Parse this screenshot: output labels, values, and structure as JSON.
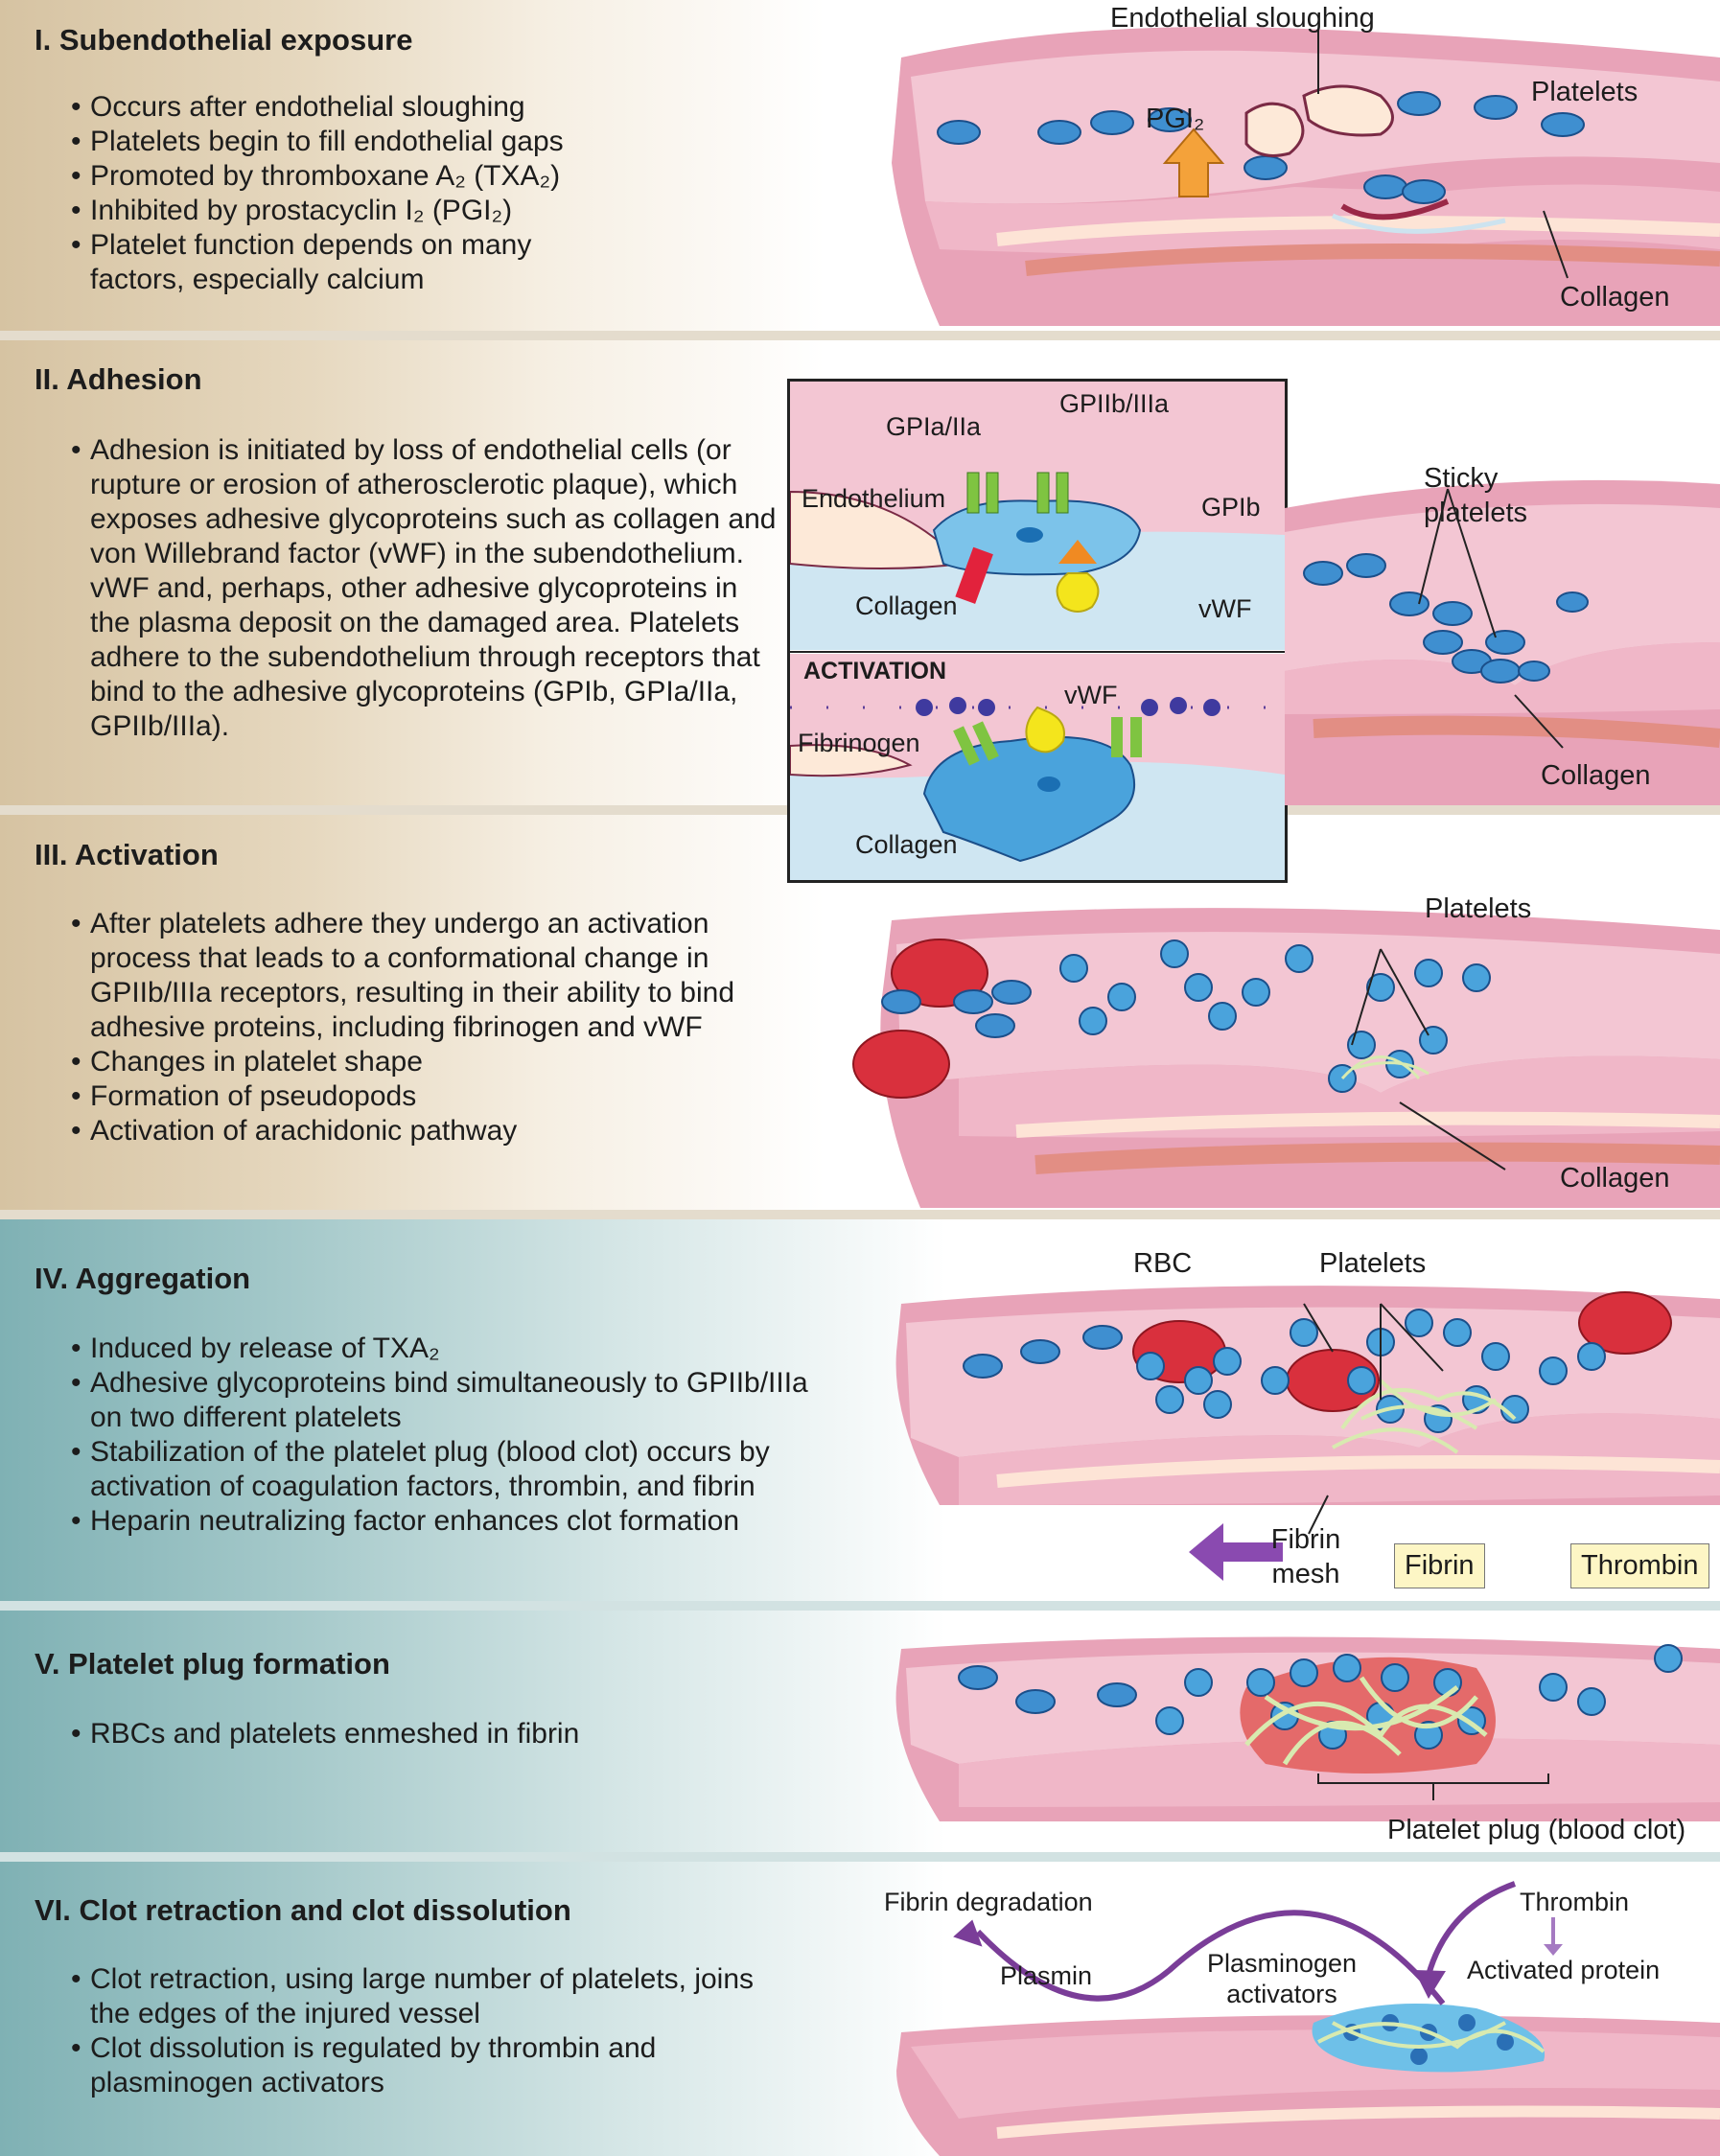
{
  "sections": [
    {
      "title": "I.  Subendothelial exposure",
      "bullets": [
        "Occurs after endothelial sloughing",
        "Platelets begin to fill endothelial gaps",
        "Promoted by thromboxane A₂ (TXA₂)",
        "Inhibited by prostacyclin I₂ (PGI₂)",
        "Platelet function depends on many factors, especially calcium"
      ],
      "labels": {
        "sloughing": "Endothelial sloughing",
        "pgi2": "PGI₂",
        "platelets": "Platelets",
        "collagen": "Collagen"
      }
    },
    {
      "title": "II.  Adhesion",
      "bullets": [
        "Adhesion is initiated by loss of endothelial cells (or rupture or erosion of atherosclerotic plaque), which exposes adhesive glycoproteins such as collagen and von Willebrand factor (vWF) in the subendothelium. vWF and, perhaps, other adhesive glycoproteins in the plasma deposit on the damaged area. Platelets adhere to the subendothelium through receptors that bind to the adhesive glycoproteins (GPIb, GPIa/IIa, GPIIb/IIIa)."
      ],
      "labels": {
        "sticky": "Sticky platelets",
        "collagen": "Collagen"
      },
      "inset": {
        "gpiib": "GPIIb/IIIa",
        "gpia": "GPIa/IIa",
        "endothelium": "Endothelium",
        "gpib": "GPIb",
        "collagen": "Collagen",
        "vwf": "vWF",
        "activation": "ACTIVATION",
        "vwf2": "vWF",
        "fibrinogen": "Fibrinogen",
        "collagen2": "Collagen"
      }
    },
    {
      "title": "III.  Activation",
      "bullets": [
        "After platelets adhere they undergo an activation process that leads to a conformational change in GPIIb/IIIa receptors, resulting in their ability to bind adhesive proteins, including fibrinogen and vWF",
        "Changes in platelet shape",
        "Formation of pseudopods",
        "Activation of arachidonic pathway"
      ],
      "labels": {
        "platelets": "Platelets",
        "collagen": "Collagen"
      }
    },
    {
      "title": "IV.  Aggregation",
      "bullets": [
        "Induced by release of TXA₂",
        "Adhesive glycoproteins bind simultaneously to GPIIb/IIIa on two different platelets",
        "Stabilization of the platelet plug (blood clot) occurs by activation of coagulation factors, thrombin, and fibrin",
        "Heparin neutralizing factor enhances clot formation"
      ],
      "labels": {
        "rbc": "RBC",
        "platelets": "Platelets",
        "fibrin_mesh": "Fibrin mesh",
        "fibrin": "Fibrin",
        "thrombin": "Thrombin"
      }
    },
    {
      "title": "V.  Platelet plug formation",
      "bullets": [
        "RBCs and platelets enmeshed in fibrin"
      ],
      "labels": {
        "plug": "Platelet plug (blood clot)"
      }
    },
    {
      "title": "VI.  Clot retraction and clot dissolution",
      "bullets": [
        "Clot retraction, using large number of platelets, joins the edges of the injured vessel",
        "Clot dissolution is regulated by thrombin and plasminogen activators"
      ],
      "labels": {
        "fibrin_degradation": "Fibrin degradation",
        "thrombin": "Thrombin",
        "plasmin": "Plasmin",
        "plasminogen": "Plasminogen activators",
        "activated_protein": "Activated protein"
      }
    }
  ],
  "colors": {
    "tan_band": "#d6c3a2",
    "teal_band": "#7fb1b4",
    "vessel_outer": "#e8a3b8",
    "vessel_inner": "#f5d0da",
    "lumen": "#f3c6d3",
    "platelet": "#3f8fd0",
    "rbc": "#d9303d",
    "fibrin": "#d8eab0",
    "arrow_purple": "#7a3d98",
    "collagen": "#cfe6f2",
    "gp_green": "#7fc441",
    "vwf_yellow": "#f4e51c"
  }
}
